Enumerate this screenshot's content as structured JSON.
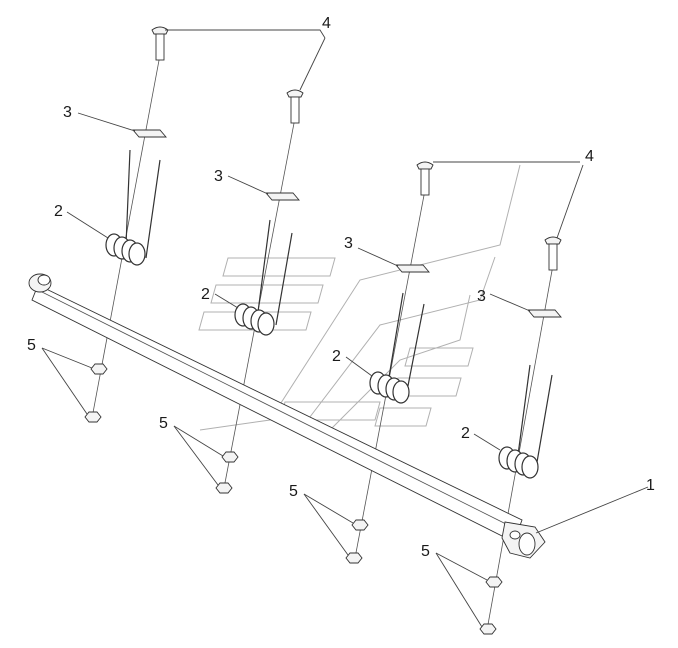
{
  "diagram": {
    "callouts": [
      {
        "id": "c4a",
        "text": "4"
      },
      {
        "id": "c4b",
        "text": "4"
      },
      {
        "id": "c3a",
        "text": "3"
      },
      {
        "id": "c3b",
        "text": "3"
      },
      {
        "id": "c3c",
        "text": "3"
      },
      {
        "id": "c3d",
        "text": "3"
      },
      {
        "id": "c2a",
        "text": "2"
      },
      {
        "id": "c2b",
        "text": "2"
      },
      {
        "id": "c2c",
        "text": "2"
      },
      {
        "id": "c2d",
        "text": "2"
      },
      {
        "id": "c5a",
        "text": "5"
      },
      {
        "id": "c5b",
        "text": "5"
      },
      {
        "id": "c5c",
        "text": "5"
      },
      {
        "id": "c5d",
        "text": "5"
      },
      {
        "id": "c1",
        "text": "1"
      }
    ]
  }
}
